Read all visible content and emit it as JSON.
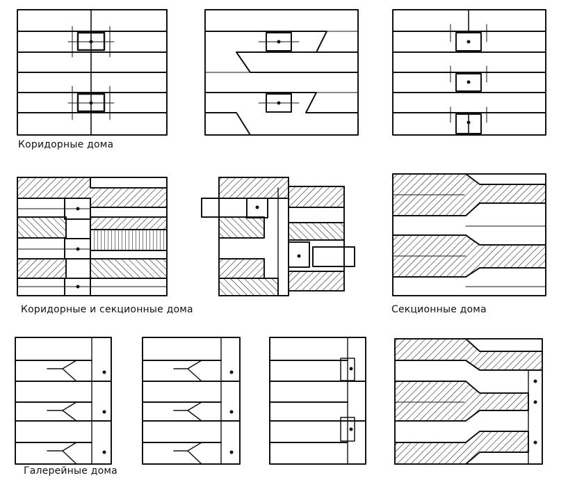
{
  "captions": {
    "corridor": "Коридорные дома",
    "mixed": "Коридорные и секционные дома",
    "section": "Секционные дома",
    "gallery": "Галерейные дома"
  },
  "colors": {
    "ink": "#111111",
    "paper": "#ffffff"
  }
}
